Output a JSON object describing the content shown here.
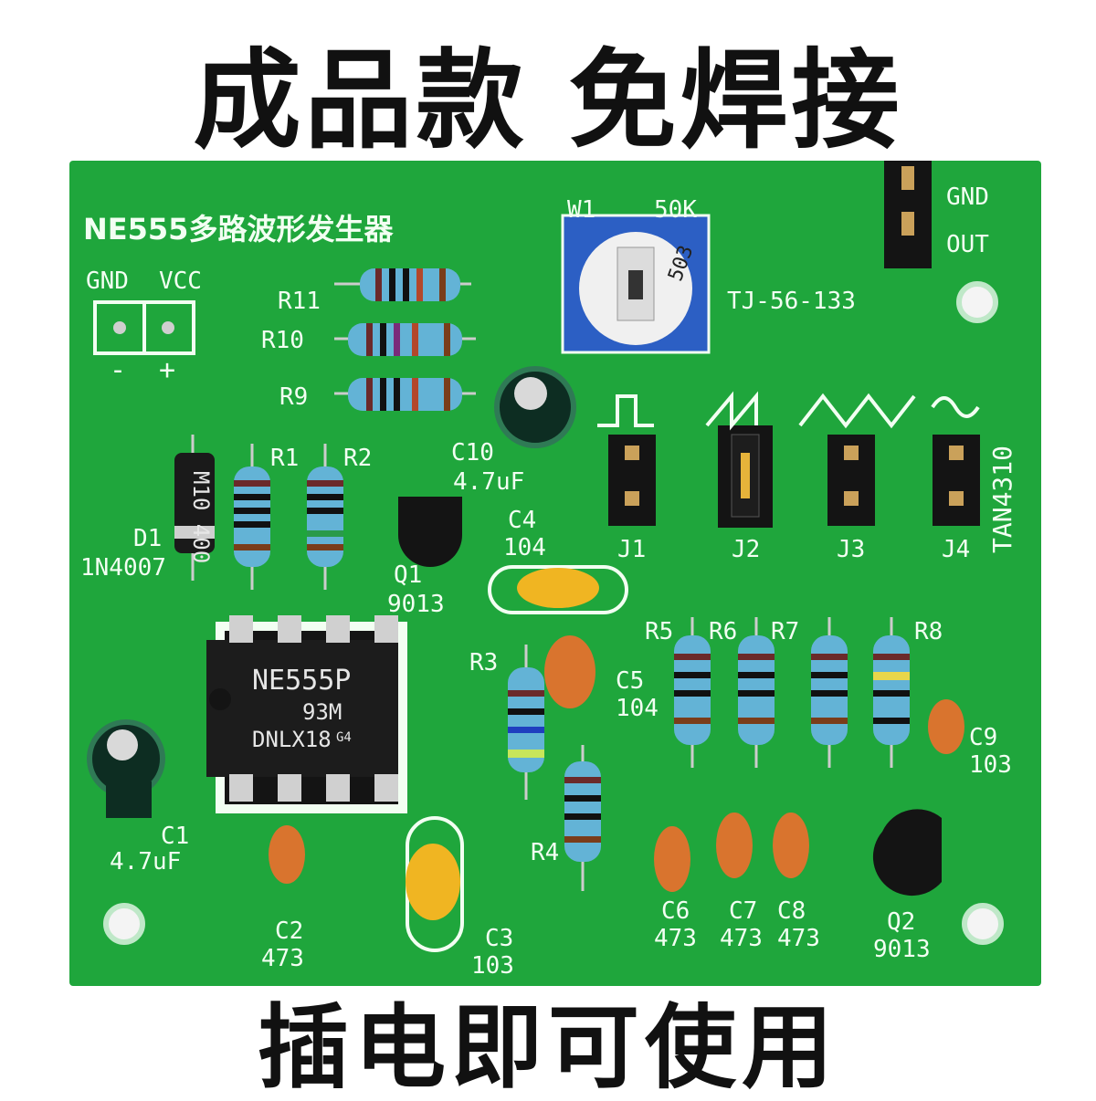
{
  "banners": {
    "top": "成品款 免焊接",
    "bottom": "插电即可使用"
  },
  "board": {
    "title": "NE555多路波形发生器",
    "code": "TAN4310",
    "color": "#1fa63c",
    "power_header": {
      "gnd": "GND",
      "vcc": "VCC",
      "minus": "-",
      "plus": "+"
    },
    "output_header": {
      "gnd": "GND",
      "out": "OUT"
    },
    "pot": {
      "ref": "W1",
      "value": "50K",
      "part": "TJ-56-133",
      "marking": "503"
    },
    "ic": {
      "line1": "NE555P",
      "line2": "93M",
      "line3": "DNLX18",
      "suffix": "G4"
    },
    "diode": {
      "ref": "D1",
      "value": "1N4007",
      "marking": "M10 400"
    },
    "transistors": [
      {
        "ref": "Q1",
        "value": "9013"
      },
      {
        "ref": "Q2",
        "value": "9013"
      }
    ],
    "capacitors": [
      {
        "ref": "C1",
        "value": "4.7uF"
      },
      {
        "ref": "C2",
        "value": "473"
      },
      {
        "ref": "C3",
        "value": "103"
      },
      {
        "ref": "C4",
        "value": "104"
      },
      {
        "ref": "C5",
        "value": "104"
      },
      {
        "ref": "C6",
        "value": "473"
      },
      {
        "ref": "C7",
        "value": "473"
      },
      {
        "ref": "C8",
        "value": "473"
      },
      {
        "ref": "C9",
        "value": "103"
      },
      {
        "ref": "C10",
        "value": "4.7uF"
      }
    ],
    "resistors": [
      "R1",
      "R2",
      "R3",
      "R4",
      "R5",
      "R6",
      "R7",
      "R8",
      "R9",
      "R10",
      "R11"
    ],
    "jumpers": [
      {
        "ref": "J1",
        "waveform": "square-wave-icon"
      },
      {
        "ref": "J2",
        "waveform": "sawtooth-wave-icon"
      },
      {
        "ref": "J3",
        "waveform": "triangle-wave-icon"
      },
      {
        "ref": "J4",
        "waveform": "sine-wave-icon"
      }
    ]
  }
}
